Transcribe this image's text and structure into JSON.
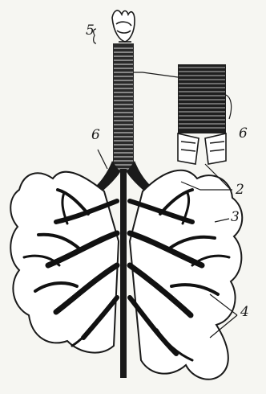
{
  "labels": {
    "trachea_top": "5",
    "bronchus_left": "6",
    "bronchus_right": "6",
    "bronchi": "2",
    "lung_lobe": "3",
    "alveoli": "4"
  }
}
